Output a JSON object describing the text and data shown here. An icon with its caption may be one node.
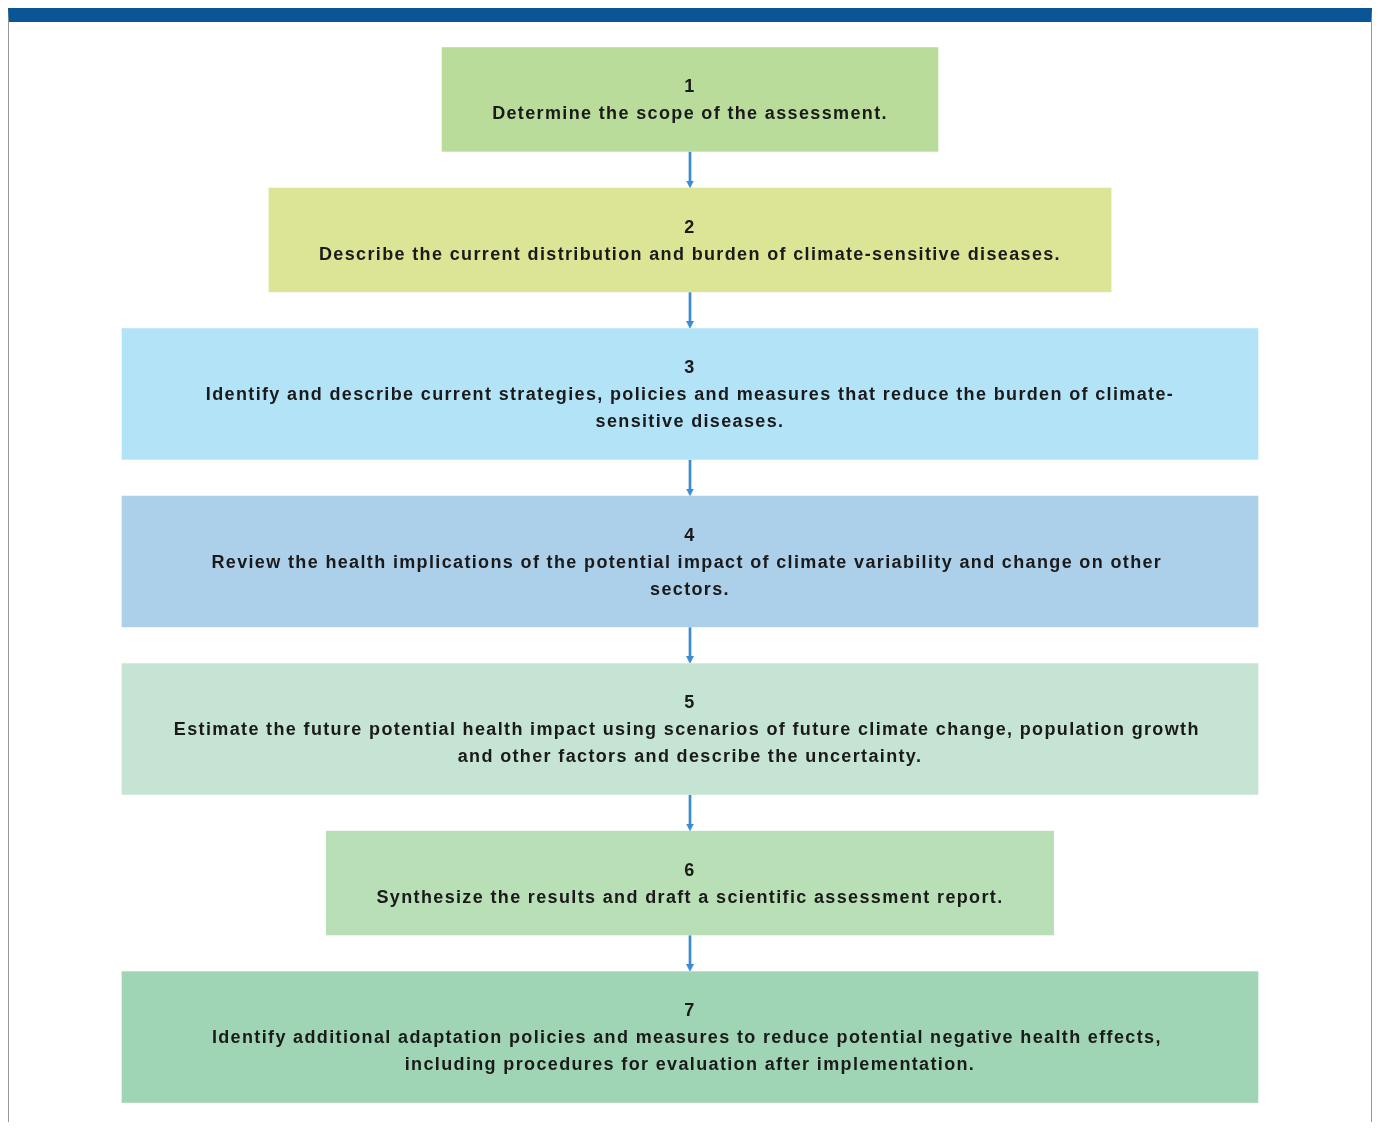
{
  "diagram": {
    "nodes": [
      {
        "text": [
          "1",
          "Determine the scope of the assessment."
        ]
      },
      {
        "text": [
          "2",
          "Describe the current distribution and burden of climate-sensitive diseases."
        ]
      },
      {
        "text": [
          "3",
          "Identify and describe current strategies, policies and measures that reduce the burden of climate-sensitive diseases."
        ]
      },
      {
        "text": [
          "4",
          "Review the health implications of the potential impact of climate variability and change on other sectors."
        ]
      },
      {
        "text": [
          "5",
          "Estimate the future potential health impact using scenarios of future climate change, population growth and other factors and describe the uncertainty."
        ]
      },
      {
        "text": [
          "6",
          "Synthesize the results and draft a scientific assessment report."
        ]
      },
      {
        "text": [
          "7",
          "Identify additional adaptation policies and measures to reduce potential negative health effects, including procedures for evaluation after implementation."
        ]
      }
    ],
    "edges": [
      {
        "from": 0,
        "to": 1,
        "arrow": "to"
      },
      {
        "from": 1,
        "to": 2,
        "arrow": "to"
      },
      {
        "from": 2,
        "to": 3,
        "arrow": "to"
      },
      {
        "from": 3,
        "to": 4,
        "arrow": "to"
      },
      {
        "from": 4,
        "to": 5,
        "arrow": "to"
      },
      {
        "from": 5,
        "to": 6,
        "arrow": "to"
      }
    ]
  }
}
